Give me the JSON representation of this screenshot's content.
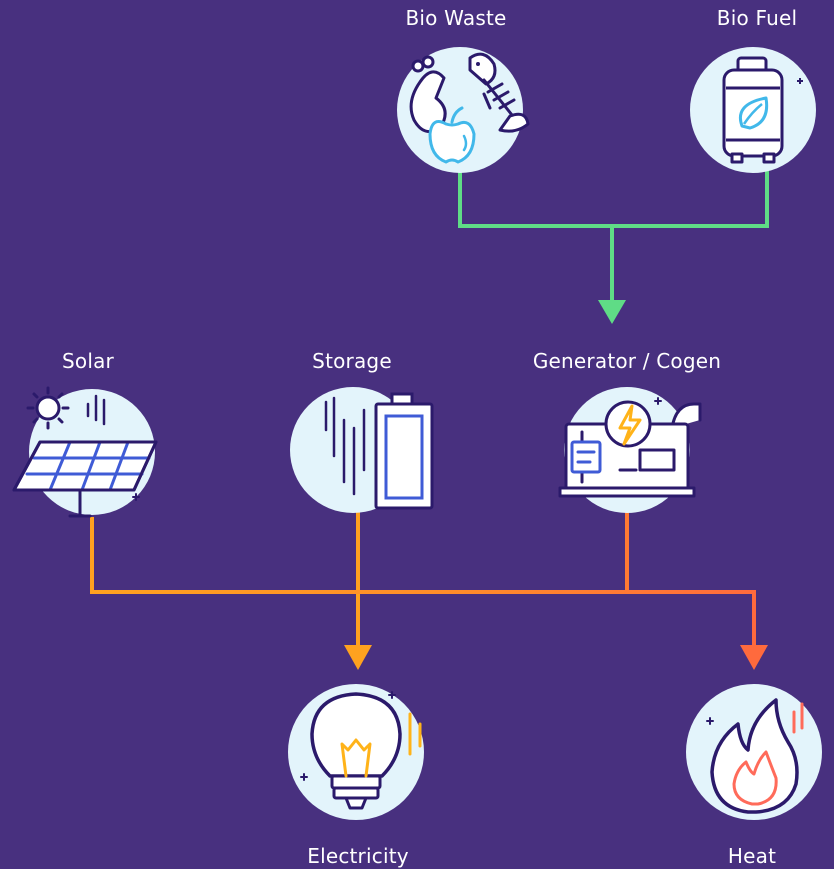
{
  "colors": {
    "background": "#48307f",
    "circle_fill": "#e3f4fb",
    "outline": "#2b1a6b",
    "green_line": "#5fdc86",
    "orange_line": "#ffa21f",
    "coral_line": "#ff7043",
    "accent_blue": "#41b8ea",
    "accent_yellow": "#ffb319",
    "accent_red": "#ff6b5a"
  },
  "nodes": {
    "bio_waste": {
      "label": "Bio Waste",
      "icon": "bio-waste-icon"
    },
    "bio_fuel": {
      "label": "Bio Fuel",
      "icon": "gas-tank-leaf-icon"
    },
    "solar": {
      "label": "Solar",
      "icon": "solar-panel-icon"
    },
    "storage": {
      "label": "Storage",
      "icon": "battery-icon"
    },
    "generator": {
      "label": "Generator / Cogen",
      "icon": "generator-icon"
    },
    "electricity": {
      "label": "Electricity",
      "icon": "light-bulb-icon"
    },
    "heat": {
      "label": "Heat",
      "icon": "flame-icon"
    }
  },
  "edges": [
    {
      "from": "bio_waste",
      "to": "generator"
    },
    {
      "from": "bio_fuel",
      "to": "generator"
    },
    {
      "from": "solar",
      "to": "electricity"
    },
    {
      "from": "solar",
      "to": "heat"
    },
    {
      "from": "storage",
      "to": "electricity"
    },
    {
      "from": "generator",
      "to": "electricity"
    },
    {
      "from": "generator",
      "to": "heat"
    }
  ]
}
